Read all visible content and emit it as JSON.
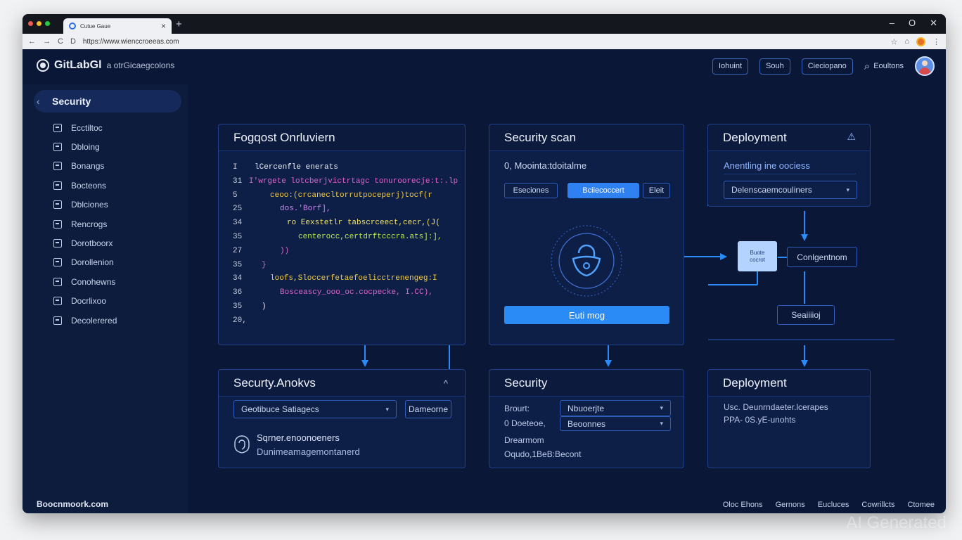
{
  "browser": {
    "tab_title": "Cutue Gaue",
    "tab_close": "×",
    "tab_new": "+",
    "url": "https://www.wienccroeeas.com",
    "nav_back": "←",
    "nav_forward": "→",
    "nav_reload": "C",
    "url_prefix": "D",
    "star": "☆",
    "share": "⌂",
    "menu": "⋮",
    "win_min": "–",
    "win_max": "O",
    "win_close": "✕",
    "traffic": [
      "#ec5a52",
      "#f2bd2f",
      "#28c840"
    ]
  },
  "header": {
    "logo_name": "GitLabGl",
    "logo_sub": "a otrGicaegcolons",
    "buttons": [
      "Iohuint",
      "Souh",
      "Cieciopano"
    ],
    "search_icon": "⌕",
    "search_label": "Eoultons"
  },
  "sidebar": {
    "back": "‹",
    "title": "Security",
    "items": [
      {
        "label": "Ecctiltoc"
      },
      {
        "label": "Dbloing"
      },
      {
        "label": "Bonangs"
      },
      {
        "label": "Bocteons"
      },
      {
        "label": "Dblciones"
      },
      {
        "label": "Rencrogs"
      },
      {
        "label": "Dorotboorx"
      },
      {
        "label": "Dorollenion"
      },
      {
        "label": "Conohewns"
      },
      {
        "label": "Docrlixoo"
      },
      {
        "label": "Decolerered"
      }
    ],
    "footer": "Boocnmoork.com"
  },
  "panels": {
    "overview": {
      "title": "Fogqost Onrluviern",
      "code": [
        {
          "ln": "I",
          "text": "lCercenfle enerats",
          "color": "#e7ecf8",
          "indent": 8
        },
        {
          "ln": "31",
          "text": "I'wrgete lotcberjvictrtagc tonuroorecje:t:.lp",
          "color": "#e062c9",
          "indent": 0
        },
        {
          "ln": "5",
          "text": "ceoo:(crcanecltorrutpoceperj)tocf(r",
          "color": "#f0c93c",
          "indent": 30
        },
        {
          "ln": "25",
          "text": "dos.'Borf],",
          "color": "#c98ae8",
          "indent": 44
        },
        {
          "ln": "34",
          "text": "ro Eexstetlr tabscrceect,cecr,(J(",
          "color": "#f2e46b",
          "indent": 54
        },
        {
          "ln": "35",
          "text": "centerocc,certdrftcccra.ats]:],",
          "color": "#b7e84e",
          "indent": 70
        },
        {
          "ln": "27",
          "text": "))",
          "color": "#e062c9",
          "indent": 44
        },
        {
          "ln": "35",
          "text": "}",
          "color": "#e062c9",
          "indent": 18
        },
        {
          "ln": "34",
          "text": "loofs,Sloccerfetaefoelicctrenengeg:I",
          "color": "#f0c93c",
          "indent": 30
        },
        {
          "ln": "36",
          "text": "Bosceascy_ooo_oc.cocpecke, I.CC),",
          "color": "#e062c9",
          "indent": 44
        },
        {
          "ln": "35",
          "text": ")",
          "color": "#e7ecf8",
          "indent": 18
        },
        {
          "ln": "20,",
          "text": "",
          "color": "#e7ecf8",
          "indent": 0
        }
      ]
    },
    "scan": {
      "title": "Security scan",
      "subtitle": "0, Moointa:tdoitalme",
      "buttons": [
        "Eseciones",
        "Bciiecoccert",
        "Eleit"
      ],
      "action": "Euti mog"
    },
    "deploy_top": {
      "title": "Deployment",
      "icon_char": "⚠",
      "line": "Anentling ine oociess",
      "select": "Delenscaemcouliners"
    },
    "flow": {
      "node": "Buote cocrot",
      "config": "Conlgentnom",
      "box": "Seaiiiioj"
    },
    "analysis": {
      "title": "Securty.Anokvs",
      "caret": "^",
      "select": "Geotibuce Satiagecs",
      "button": "Dameorne",
      "line1": "Sqrner.enoonoeners",
      "line2": "Dunimeamagemontanerd"
    },
    "security": {
      "title": "Security",
      "label1": "Brourt:",
      "select1": "Nbuoerjte",
      "label2": "0 Doeteoe,",
      "select2": "Beoonnes",
      "line1": "Drearmom",
      "line2": "Oqudo,1BeB:Becont"
    },
    "deploy": {
      "title": "Deployment",
      "line1": "Usc. Deunrndaeter.lcerapes",
      "line2": "PPA- 0S.yE-unohts"
    }
  },
  "footer_links": [
    "Oloc Ehons",
    "Gernons",
    "Eucluces",
    "Cowrillcts",
    "Ctomee"
  ],
  "watermark": "AI Generated",
  "colors": {
    "background": "#0a1736",
    "panel": "#0e1f47",
    "accent": "#2f80f0",
    "line": "#1f7ff0"
  }
}
